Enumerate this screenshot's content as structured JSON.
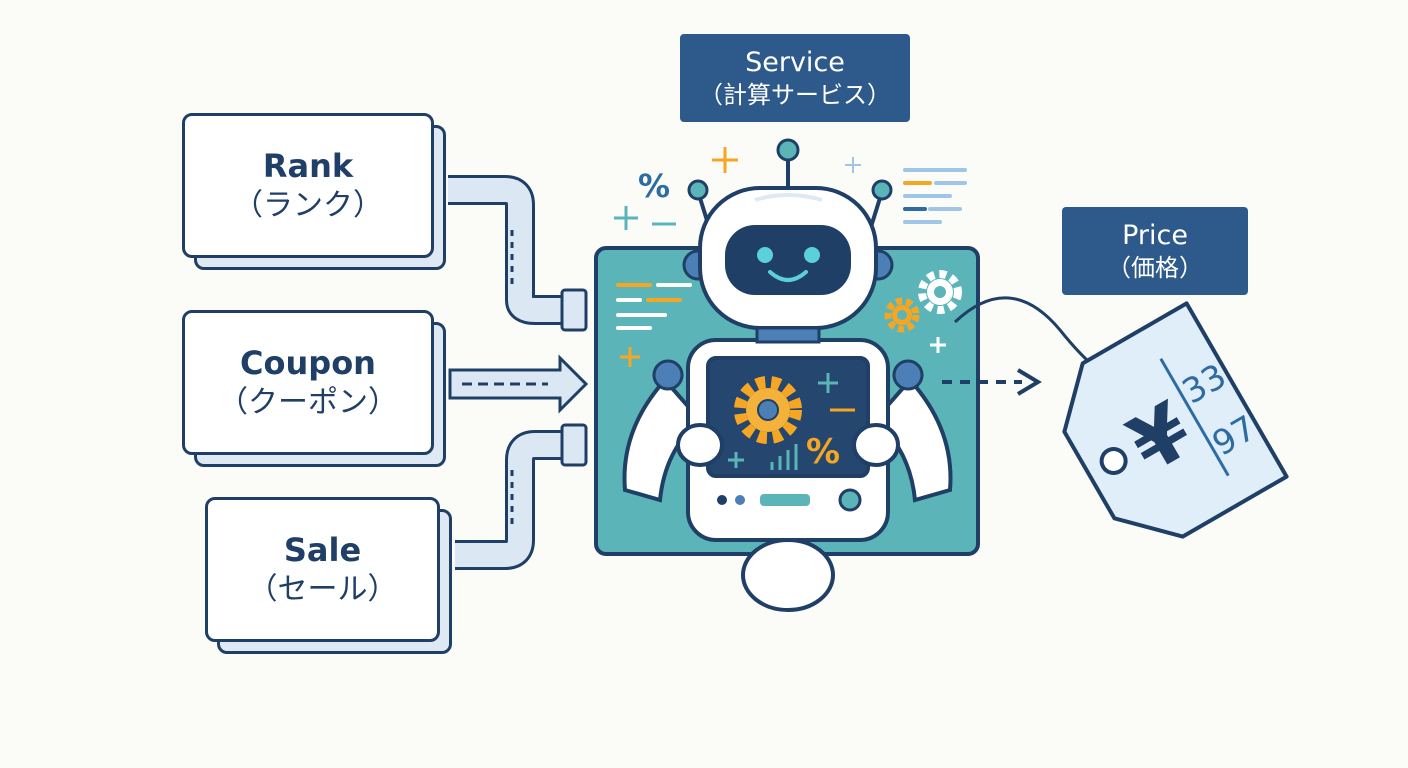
{
  "inputs": [
    {
      "en": "Rank",
      "ja": "（ランク）"
    },
    {
      "en": "Coupon",
      "ja": "（クーポン）"
    },
    {
      "en": "Sale",
      "ja": "（セール）"
    }
  ],
  "service": {
    "en": "Service",
    "ja": "（計算サービス）"
  },
  "price": {
    "en": "Price",
    "ja": "（価格）"
  },
  "tag": {
    "symbol": "¥",
    "num_a": "33",
    "num_b": "97"
  },
  "screen_symbol": "%",
  "icons": [
    "gear-icon",
    "percent-icon",
    "plus-icon",
    "minus-icon",
    "price-tag-icon",
    "robot-icon"
  ],
  "colors": {
    "navy": "#1f3f66",
    "teal": "#5bb5b8",
    "label": "#2d5a8a",
    "accent": "#f5a623",
    "tag": "#e0eef9"
  }
}
